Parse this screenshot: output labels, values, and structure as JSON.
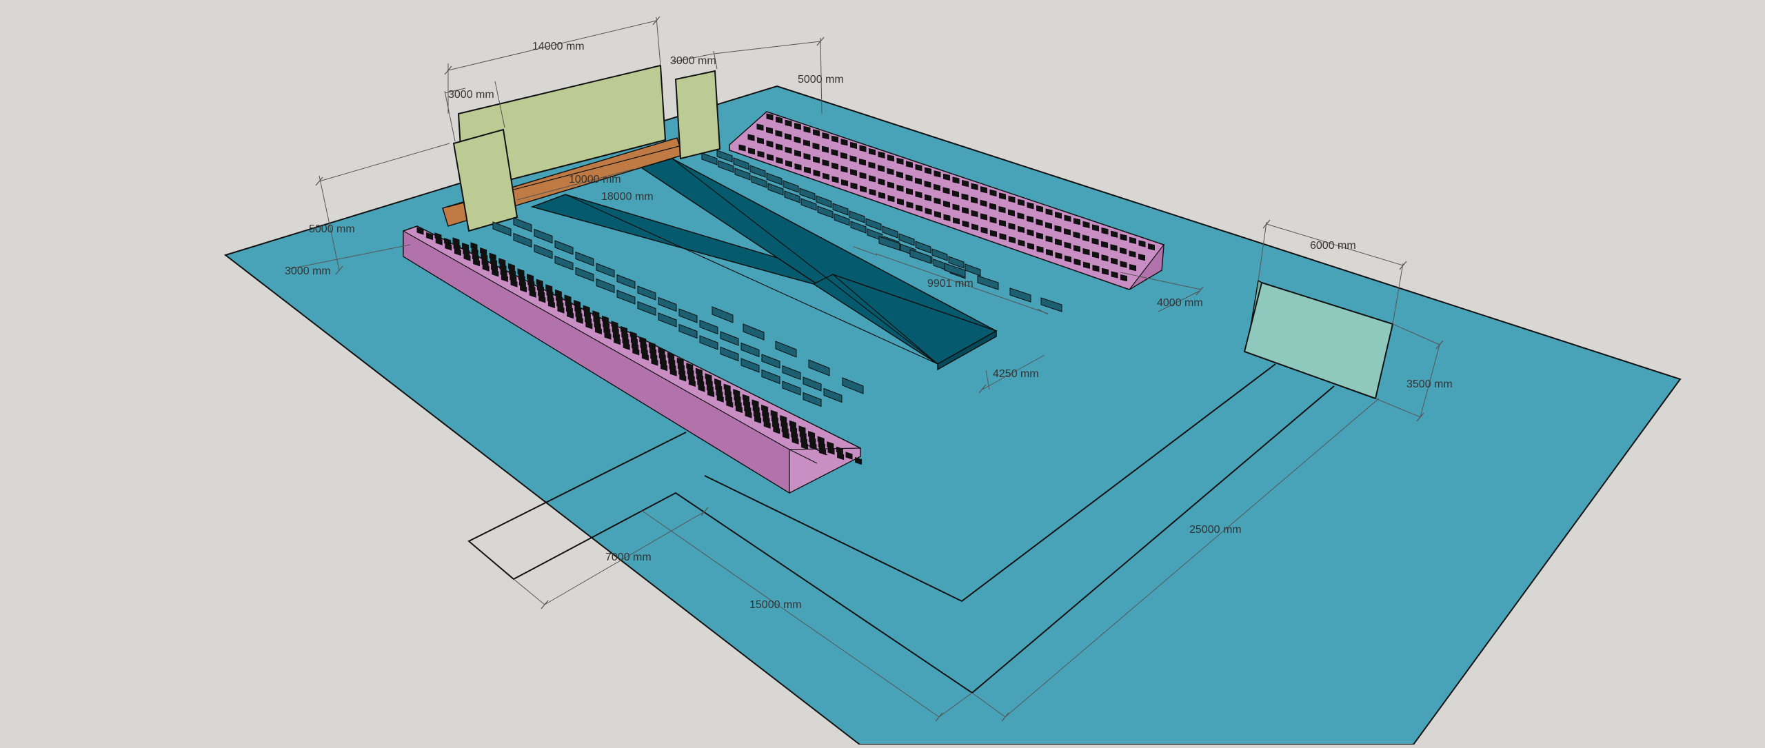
{
  "colors": {
    "background": "#d9d7d4",
    "ground": "#48a3b8",
    "ramp": "#065a6e",
    "ramp_edge": "#034a5b",
    "pink_seating": "#c98ec4",
    "pink_seating_dark": "#b273ac",
    "green_panel": "#bcca94",
    "light_green_panel": "#8fc9bd",
    "orange_stage": "#c07b44",
    "chair": "#1b5f70",
    "seat": "#111111"
  },
  "dimensions": {
    "d14000": "14000 mm",
    "d3000_top": "3000 mm",
    "d3000_left": "3000 mm",
    "d5000_top": "5000 mm",
    "d5000_left": "5000 mm",
    "d3000_bottom": "3000 mm",
    "d10000": "10000 mm",
    "d18000": "18000 mm",
    "d9901": "9901 mm",
    "d4000": "4000 mm",
    "d4250": "4250 mm",
    "d6000": "6000 mm",
    "d3500": "3500 mm",
    "d25000": "25000 mm",
    "d15000": "15000 mm",
    "d7000": "7000 mm"
  }
}
